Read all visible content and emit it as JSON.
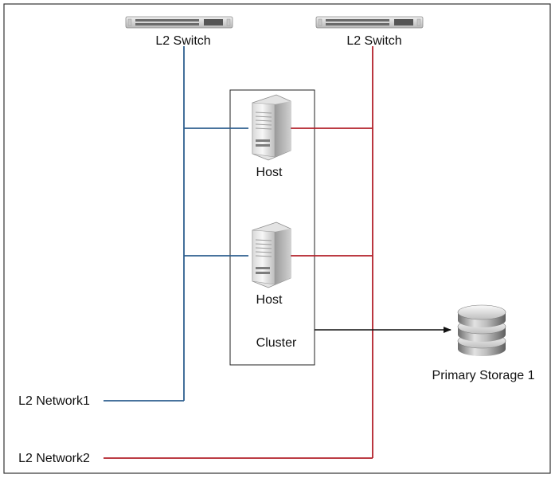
{
  "diagram": {
    "switch_left_label": "L2 Switch",
    "switch_right_label": "L2 Switch",
    "host_top_label": "Host",
    "host_bottom_label": "Host",
    "cluster_label": "Cluster",
    "storage_label": "Primary Storage 1",
    "network1_label": "L2 Network1",
    "network2_label": "L2 Network2"
  },
  "colors": {
    "network1_line": "#2e5f8f",
    "network2_line": "#b3202a",
    "arrow": "#111111",
    "frame": "#333333"
  },
  "icons": {
    "switch": "network-switch-icon",
    "host": "server-tower-icon",
    "storage": "database-storage-icon"
  }
}
